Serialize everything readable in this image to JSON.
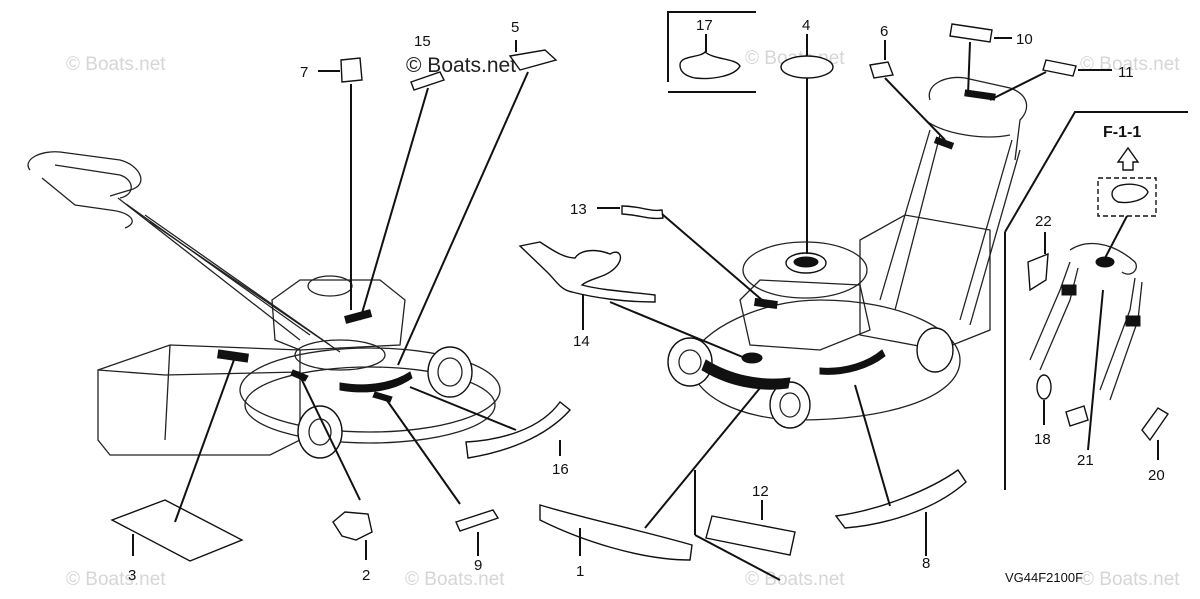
{
  "watermarks": {
    "main": "© Boats.net",
    "tile": "© Boats.net"
  },
  "reference_code": "VG44F2100F",
  "inset_label": "F-1-1",
  "callouts": [
    {
      "id": "c1",
      "label": "1"
    },
    {
      "id": "c2",
      "label": "2"
    },
    {
      "id": "c3",
      "label": "3"
    },
    {
      "id": "c4",
      "label": "4"
    },
    {
      "id": "c5",
      "label": "5"
    },
    {
      "id": "c6",
      "label": "6"
    },
    {
      "id": "c7",
      "label": "7"
    },
    {
      "id": "c8",
      "label": "8"
    },
    {
      "id": "c9",
      "label": "9"
    },
    {
      "id": "c10",
      "label": "10"
    },
    {
      "id": "c11",
      "label": "11"
    },
    {
      "id": "c12",
      "label": "12"
    },
    {
      "id": "c13",
      "label": "13"
    },
    {
      "id": "c14",
      "label": "14"
    },
    {
      "id": "c15",
      "label": "15"
    },
    {
      "id": "c16",
      "label": "16"
    },
    {
      "id": "c17",
      "label": "17"
    },
    {
      "id": "c18",
      "label": "18"
    },
    {
      "id": "c20",
      "label": "20"
    },
    {
      "id": "c21",
      "label": "21"
    },
    {
      "id": "c22",
      "label": "22"
    }
  ],
  "colors": {
    "line": "#111111",
    "watermark": "#d6d6d6",
    "background": "#ffffff"
  }
}
